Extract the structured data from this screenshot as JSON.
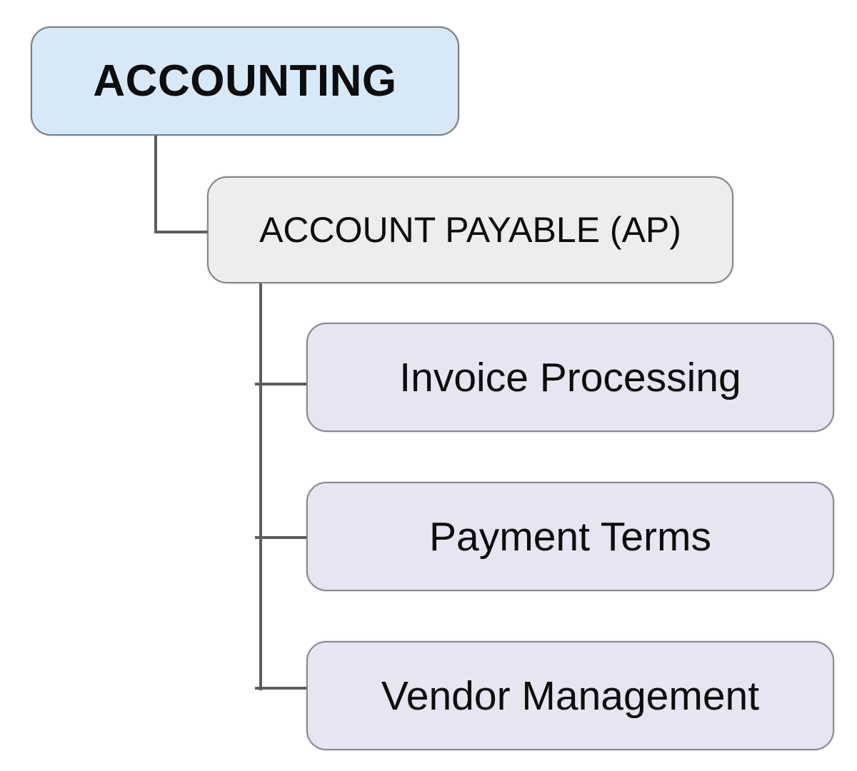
{
  "diagram": {
    "type": "hierarchy-chart",
    "connector_color": "#5d5d5d",
    "nodes": {
      "root": {
        "label": "ACCOUNTING",
        "fill": "#d7e9f6",
        "border": "#7d7d7d",
        "level": 0
      },
      "level1": {
        "label": "ACCOUNT PAYABLE (AP)",
        "fill": "#ededed",
        "border": "#858585",
        "level": 1
      },
      "leaves": [
        {
          "label": "Invoice Processing",
          "fill": "#e8e4f1",
          "border": "#8b8791",
          "level": 2
        },
        {
          "label": "Payment Terms",
          "fill": "#e8e4f1",
          "border": "#8b8791",
          "level": 2
        },
        {
          "label": "Vendor Management",
          "fill": "#e8e4f1",
          "border": "#8b8791",
          "level": 2
        }
      ]
    }
  }
}
